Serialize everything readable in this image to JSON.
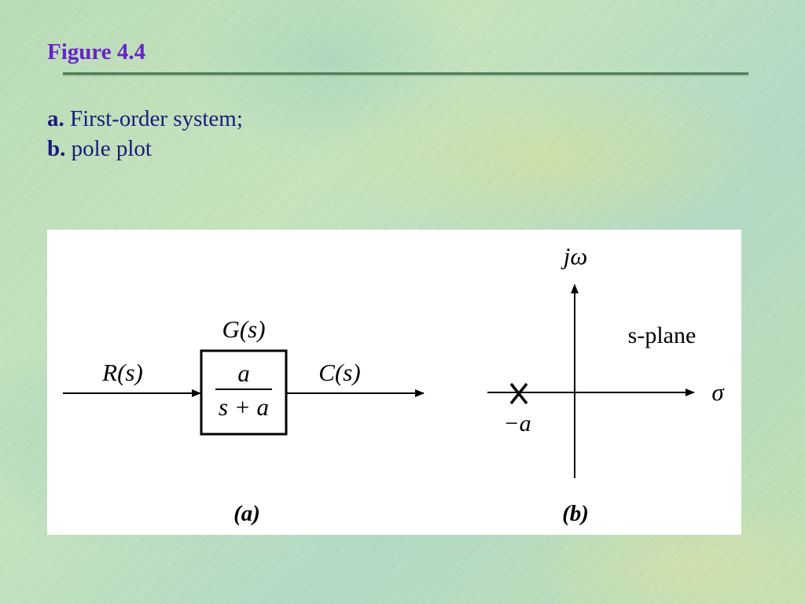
{
  "slide": {
    "title": "Figure 4.4",
    "caption": [
      {
        "label": "a.",
        "text": "First-order system;"
      },
      {
        "label": "b.",
        "text": "pole plot"
      }
    ]
  },
  "diagram_a": {
    "block_label": "G(s)",
    "transfer_numerator": "a",
    "transfer_denominator": "s + a",
    "input_label": "R(s)",
    "output_label": "C(s)",
    "panel_label": "(a)"
  },
  "diagram_b": {
    "vertical_axis_label": "jω",
    "horizontal_axis_label": "σ",
    "plane_label": "s-plane",
    "pole_label": "−a",
    "pole_marker": "x-mark",
    "panel_label": "(b)"
  }
}
